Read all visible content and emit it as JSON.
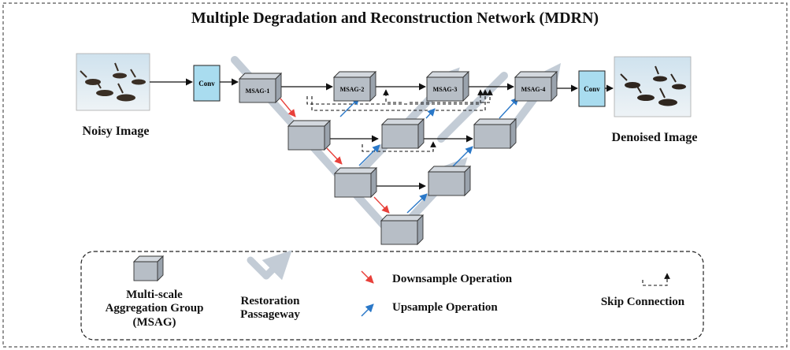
{
  "title": "Multiple Degradation and Reconstruction Network (MDRN)",
  "input_label": "Noisy Image",
  "output_label": "Denoised Image",
  "conv_label": "Conv",
  "blocks": {
    "msag1": "MSAG-1",
    "msag2": "MSAG-2",
    "msag3": "MSAG-3",
    "msag4": "MSAG-4"
  },
  "legend": {
    "msag": "Multi-scale Aggregation Group (MSAG)",
    "passageway": "Restoration Passageway",
    "downsample": "Downsample Operation",
    "upsample": "Upsample Operation",
    "skip": "Skip Connection"
  },
  "colors": {
    "block_front": "#b7bec6",
    "block_top": "#d3d8de",
    "block_side": "#9aa3ad",
    "conv_fill": "#a9dcef",
    "passageway": "#c3ccd6",
    "downsample": "#e8403a",
    "upsample": "#2a78c8"
  },
  "icons": [
    "goose-photo",
    "passageway-arrow-icon",
    "msag-cube-icon"
  ]
}
